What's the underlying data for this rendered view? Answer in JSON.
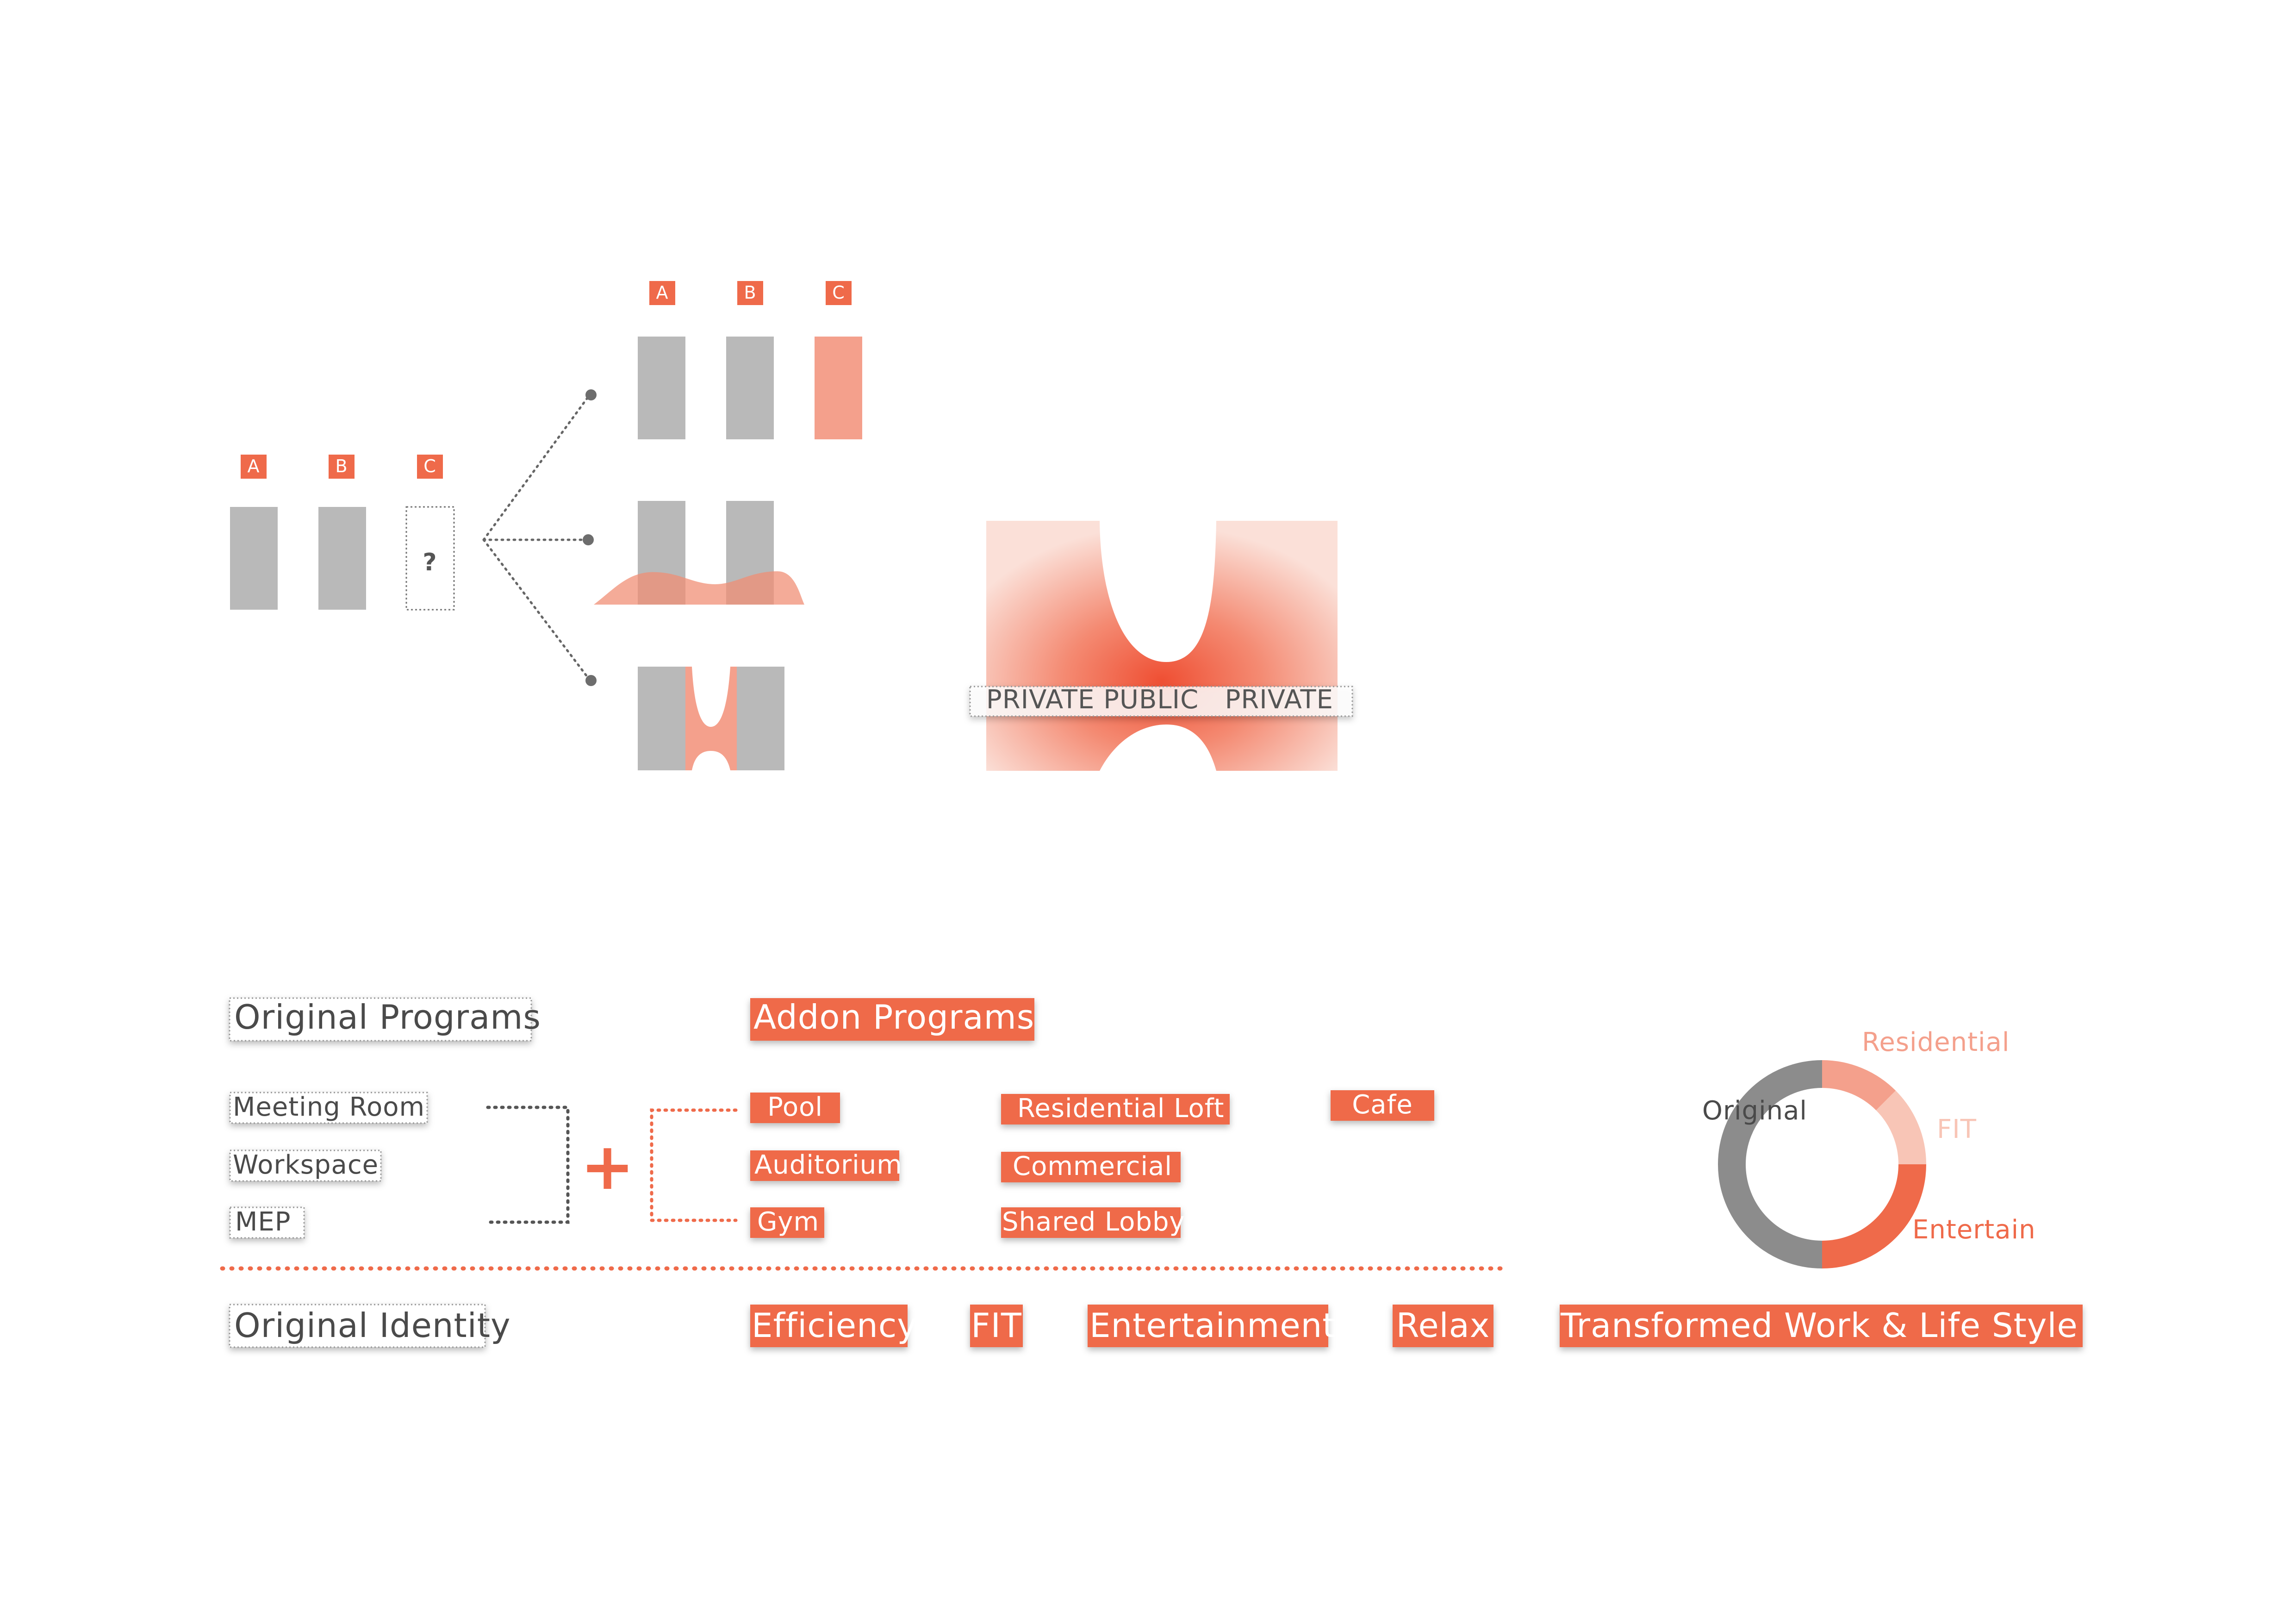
{
  "colors": {
    "accent": "#ef6a4a",
    "accent_light": "#f4a08c",
    "accent_pale": "#f8c5b6",
    "grey": "#b9b9b9",
    "grey_dark": "#8c8c8c",
    "text_dark": "#4a4a4a",
    "white": "#ffffff"
  },
  "left_group": {
    "tags": [
      "A",
      "B",
      "C"
    ],
    "unknown_mark": "?"
  },
  "options": {
    "top_tags": [
      "A",
      "B",
      "C"
    ]
  },
  "gradient_diagram": {
    "label": "PRIVATE PUBLIC   PRIVATE"
  },
  "programs": {
    "original_title": "Original Programs",
    "addon_title": "Addon Programs",
    "original_items": [
      "Meeting Room",
      "Workspace",
      "MEP"
    ],
    "plus": "+",
    "addon_col1": [
      "Pool",
      "Auditorium",
      "Gym"
    ],
    "addon_col2": [
      "Residential Loft",
      "Commercial",
      "Shared Lobby"
    ],
    "addon_col3": [
      "Cafe"
    ]
  },
  "identity": {
    "original_title": "Original Identity",
    "tags": [
      "Efficiency",
      "FIT",
      "Entertainment",
      "Relax"
    ],
    "result_title": "Transformed Work & Life Style"
  },
  "chart_data": {
    "type": "pie",
    "variant": "donut",
    "categories": [
      "Original",
      "Residential",
      "FIT",
      "Entertain"
    ],
    "values": [
      50,
      12.5,
      12.5,
      25
    ],
    "colors": [
      "#8c8c8c",
      "#f4a08c",
      "#f8c5b6",
      "#ef6a4a"
    ],
    "legend": "labels beside slices"
  }
}
